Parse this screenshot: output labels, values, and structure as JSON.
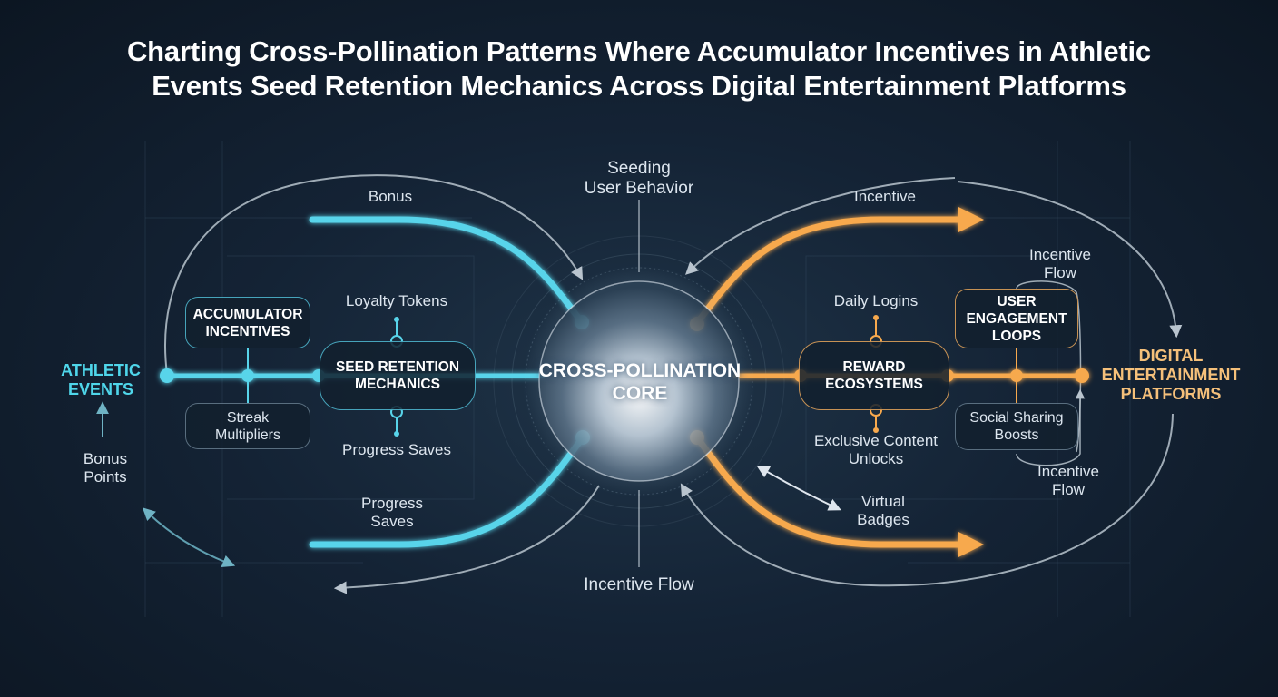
{
  "title": {
    "line1": "Charting Cross-Pollination Patterns Where Accumulator Incentives in Athletic",
    "line2": "Events Seed Retention Mechanics Across Digital Entertainment Platforms"
  },
  "core": {
    "line1": "CROSS-POLLINATION",
    "line2": "CORE"
  },
  "left": {
    "endpoint": {
      "line1": "ATHLETIC",
      "line2": "EVENTS"
    },
    "accumulator": {
      "line1": "ACCUMULATOR",
      "line2": "INCENTIVES"
    },
    "streak": {
      "line1": "Streak",
      "line2": "Multipliers"
    },
    "seed": {
      "line1": "SEED RETENTION",
      "line2": "MECHANICS"
    },
    "loyalty_tokens": "Loyalty Tokens",
    "progress_saves_inner": "Progress Saves",
    "bonus": "Bonus",
    "progress_saves_outer": {
      "line1": "Progress",
      "line2": "Saves"
    },
    "bonus_points": {
      "line1": "Bonus",
      "line2": "Points"
    }
  },
  "right": {
    "endpoint": {
      "line1": "DIGITAL",
      "line2": "ENTERTAINMENT",
      "line3": "PLATFORMS"
    },
    "reward": {
      "line1": "REWARD",
      "line2": "ECOSYSTEMS"
    },
    "engagement": {
      "line1": "USER",
      "line2": "ENGAGEMENT",
      "line3": "LOOPS"
    },
    "social": {
      "line1": "Social Sharing",
      "line2": "Boosts"
    },
    "daily_logins": "Daily Logins",
    "exclusive": {
      "line1": "Exclusive Content",
      "line2": "Unlocks"
    },
    "incentive": "Incentive",
    "incentive_flow_top": {
      "line1": "Incentive",
      "line2": "Flow"
    },
    "incentive_flow_bottom": {
      "line1": "Incentive",
      "line2": "Flow"
    },
    "virtual_badges": {
      "line1": "Virtual",
      "line2": "Badges"
    }
  },
  "center": {
    "seeding": {
      "line1": "Seeding",
      "line2": "User Behavior"
    },
    "incentive_flow": "Incentive Flow"
  },
  "colors": {
    "cyan": "#4fd6ea",
    "orange": "#f5a54a",
    "grey": "#aab6c2",
    "background": "#142335"
  }
}
